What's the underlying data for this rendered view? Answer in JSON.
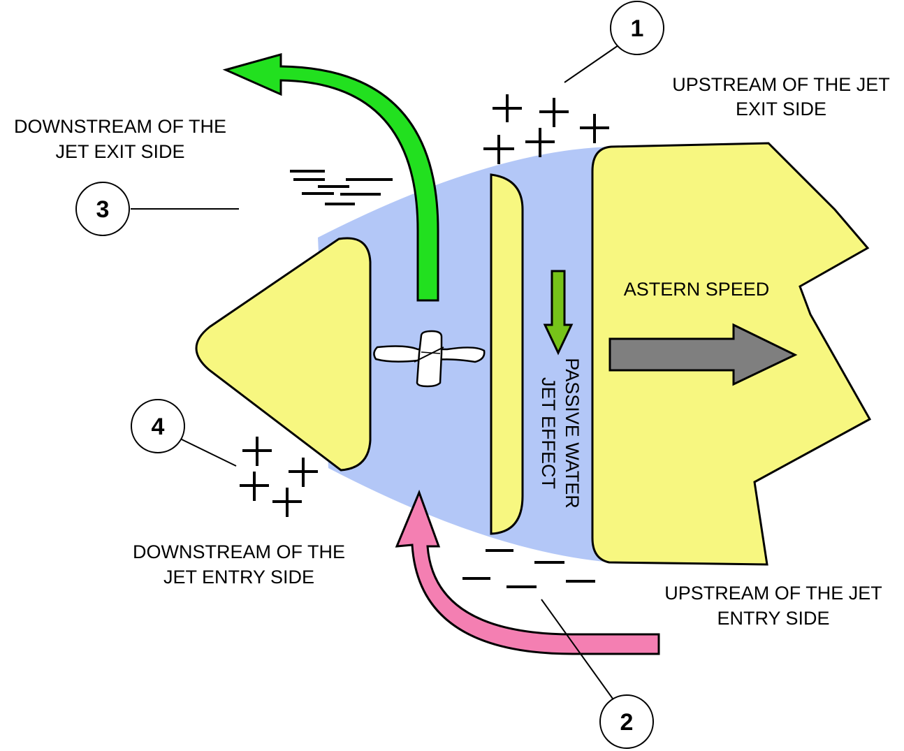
{
  "labels": {
    "downstream_exit": [
      "DOWNSTREAM OF THE",
      "JET EXIT SIDE"
    ],
    "upstream_exit": [
      "UPSTREAM OF THE JET",
      "EXIT SIDE"
    ],
    "downstream_entry": [
      "DOWNSTREAM OF THE",
      "JET ENTRY SIDE"
    ],
    "upstream_entry": [
      "UPSTREAM OF THE JET",
      "ENTRY SIDE"
    ],
    "astern_speed": "ASTERN SPEED",
    "passive_water": [
      "PASSIVE WATER",
      "JET EFFECT"
    ]
  },
  "callouts": [
    "1",
    "2",
    "3",
    "4"
  ],
  "colors": {
    "hull_yellow": "#f7f780",
    "water_blue": "#b3c7f7",
    "exit_arrow_green": "#22e01f",
    "passive_arrow_green": "#76c319",
    "entry_arrow_pink": "#f47fb2",
    "speed_arrow_gray": "#7f7f7f"
  },
  "icons": [
    "thruster-propeller-icon",
    "plus-sign-icon",
    "minus-sign-icon"
  ]
}
